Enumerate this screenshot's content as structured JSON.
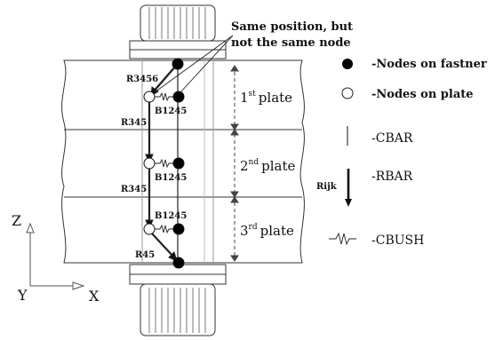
{
  "callout": {
    "line1": "Same position, but",
    "line2": "not the same node"
  },
  "plates": [
    {
      "num": "1",
      "sup": "st",
      "word": "plate"
    },
    {
      "num": "2",
      "sup": "nd",
      "word": "plate"
    },
    {
      "num": "3",
      "sup": "rd",
      "word": "plate"
    }
  ],
  "element_labels": {
    "r3456": "R3456",
    "r345_a": "R345",
    "r345_b": "R345",
    "r45": "R45",
    "b1245_a": "B1245",
    "b1245_b": "B1245",
    "b1245_c": "B1245"
  },
  "legend": {
    "nodes_fastener": "-Nodes on fastner",
    "nodes_plate": "-Nodes on plate",
    "cbar": "-CBAR",
    "rbar": "-RBAR",
    "rbar_tag": "Rijk",
    "cbush": "-CBUSH"
  },
  "axes": {
    "z": "Z",
    "y": "Y",
    "x": "X"
  },
  "colors": {
    "line": "#333333",
    "node_filled": "#000000",
    "node_open": "#ffffff"
  }
}
